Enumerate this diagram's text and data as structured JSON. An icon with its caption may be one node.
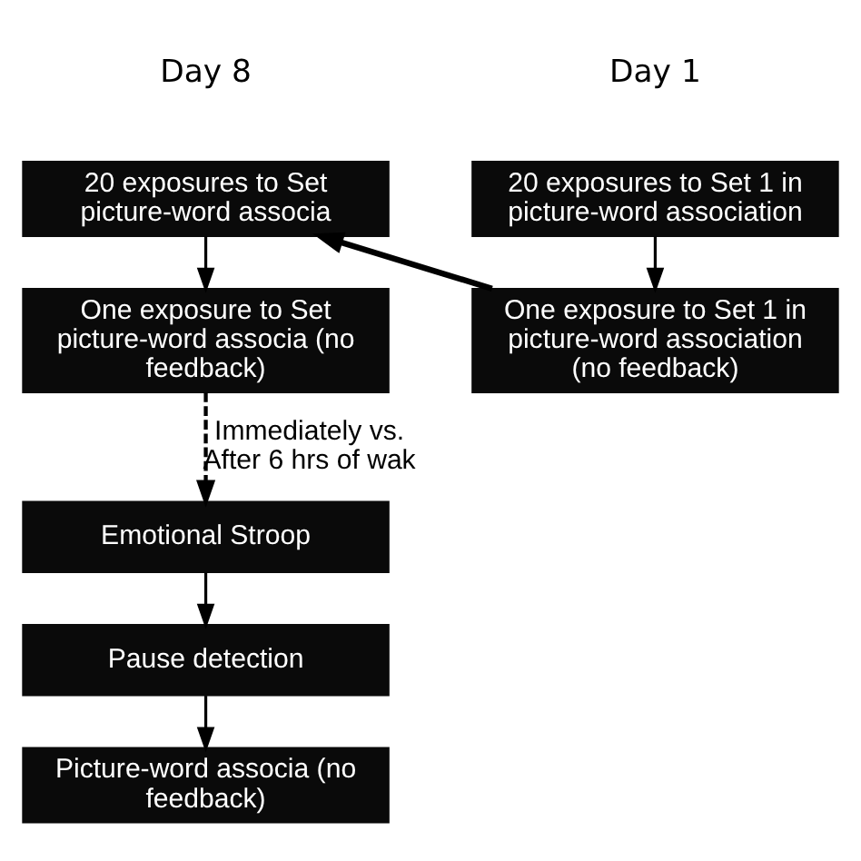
{
  "diagram": {
    "nodes": [
      {
        "text": [
          "20 exposures to Set 1 in picture-word association"
        ]
      },
      {
        "text": [
          "One exposure to Set 1 in picture-word association (no feedback)"
        ]
      },
      {
        "text": [
          "20 exposures to Set picture-word associa"
        ]
      },
      {
        "text": [
          "One exposure to Set picture-word associa (no feedback)"
        ]
      },
      {
        "text": [
          "Emotional Stroop"
        ]
      },
      {
        "text": [
          "Pause detection"
        ]
      },
      {
        "text": [
          "Picture-word associa (no feedback)"
        ]
      }
    ],
    "edges": [
      {
        "from": 0,
        "to": 1,
        "arrow": "to"
      },
      {
        "from": 1,
        "to": 2,
        "arrow": "to",
        "style": "thick"
      },
      {
        "from": 2,
        "to": 3,
        "arrow": "to"
      },
      {
        "from": 3,
        "to": 4,
        "arrow": "to",
        "style": "dashed",
        "label": "Immediately vs. After 6 hrs of wak"
      },
      {
        "from": 4,
        "to": 5,
        "arrow": "to"
      },
      {
        "from": 5,
        "to": 6,
        "arrow": "to"
      }
    ],
    "labels": [
      "Day 1",
      "Day 8"
    ]
  }
}
